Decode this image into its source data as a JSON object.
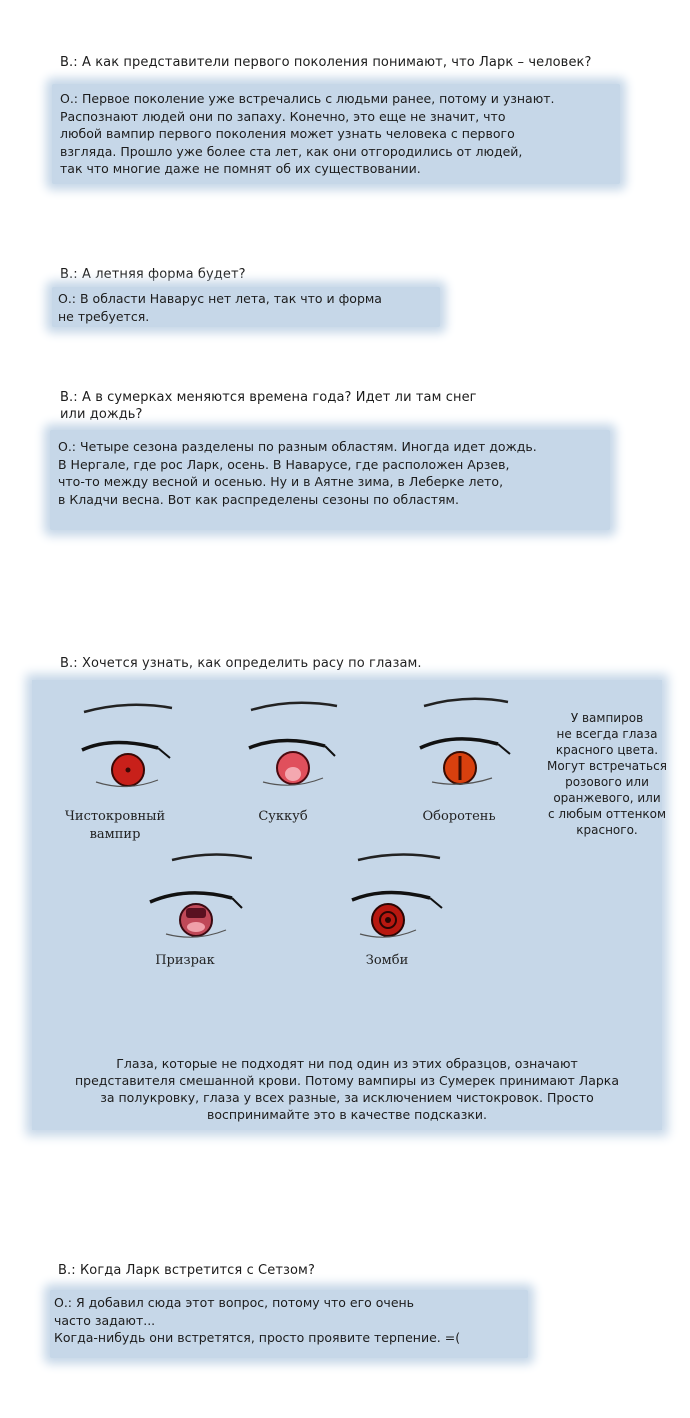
{
  "faq": [
    {
      "question": "В.: А как представители первого поколения понимают, что Ларк – человек?",
      "answer": "О.: Первое поколение уже встречались с людьми ранее, потому и узнают.\nРаспознают людей они по запаху. Конечно, это еще не значит, что\nлюбой вампир первого поколения может узнать человека с первого\nвзгляда. Прошло уже более ста лет, как они отгородились от людей,\nтак что многие даже не помнят об их существовании."
    },
    {
      "question": "В.: А летняя форма будет?",
      "answer": "О.: В области Наварус нет лета, так что и форма\nне требуется."
    },
    {
      "question": "В.: А в сумерках меняются времена года? Идет ли там снег\nили дождь?",
      "answer": "О.: Четыре сезона разделены по разным областям. Иногда идет дождь.\nВ Нергале, где рос Ларк, осень. В Наварусе, где расположен Арзев,\nчто-то между весной и осенью. Ну и в Аятне зима, в Леберке лето,\nв Кладчи весна. Вот как распределены сезоны по областям."
    },
    {
      "question": "В.: Хочется узнать, как определить расу по глазам."
    },
    {
      "question": "В.: Когда Ларк встретится с Сетзом?",
      "answer": "О.: Я добавил сюда этот вопрос, потому что его очень\nчасто задают...\nКогда-нибудь они встретятся, просто проявите терпение. =("
    }
  ],
  "eyes": {
    "labels": [
      "Чистокровный\nвампир",
      "Суккуб",
      "Оборотень",
      "Призрак",
      "Зомби"
    ],
    "note": "У вампиров\nне всегда глаза\nкрасного цвета.\nМогут встречаться\nрозового или\nоранжевого, или\nс любым оттенком\nкрасного.",
    "explanation": "Глаза, которые не подходят ни под один из этих образцов, означают\nпредставителя смешанной крови. Потому вампиры из Сумерек принимают Ларка\nза полукровку, глаза у всех разные, за исключением чистокровок. Просто\nвоспринимайте это в качестве подсказки.",
    "colors": {
      "pureblood": "#c8201a",
      "succubus": "#e0505c",
      "werewolf": "#d8400e",
      "ghost": "#c04858",
      "zombie": "#b81810"
    }
  },
  "colors": {
    "panel": "#c6d7e8",
    "text": "#1c1c1c"
  }
}
